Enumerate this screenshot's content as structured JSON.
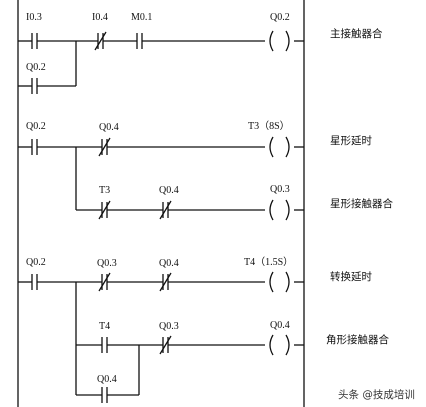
{
  "rungs": [
    {
      "contacts": [
        {
          "label": "I0.3",
          "type": "NO"
        },
        {
          "label": "I0.4",
          "type": "NC"
        },
        {
          "label": "M0.1",
          "type": "NO"
        }
      ],
      "branch_contacts": [
        {
          "label": "Q0.2",
          "type": "NO"
        }
      ],
      "coil": {
        "label": "Q0.2"
      },
      "description": "主接触器合"
    },
    {
      "contacts": [
        {
          "label": "Q0.2",
          "type": "NO"
        },
        {
          "label": "Q0.4",
          "type": "NC"
        }
      ],
      "coil": {
        "label": "T3（8S）"
      },
      "description": "星形延时"
    },
    {
      "contacts": [
        {
          "label": "T3",
          "type": "NC"
        },
        {
          "label": "Q0.4",
          "type": "NC"
        }
      ],
      "coil": {
        "label": "Q0.3"
      },
      "description": "星形接触器合"
    },
    {
      "contacts": [
        {
          "label": "Q0.2",
          "type": "NO"
        },
        {
          "label": "Q0.3",
          "type": "NC"
        },
        {
          "label": "Q0.4",
          "type": "NC"
        }
      ],
      "coil": {
        "label": "T4（1.5S）"
      },
      "description": "转换延时"
    },
    {
      "contacts": [
        {
          "label": "T4",
          "type": "NO"
        },
        {
          "label": "Q0.3",
          "type": "NC"
        }
      ],
      "branch_contacts": [
        {
          "label": "Q0.4",
          "type": "NO"
        }
      ],
      "coil": {
        "label": "Q0.4"
      },
      "description": "角形接触器合"
    }
  ],
  "watermark": "头条 @技成培训"
}
